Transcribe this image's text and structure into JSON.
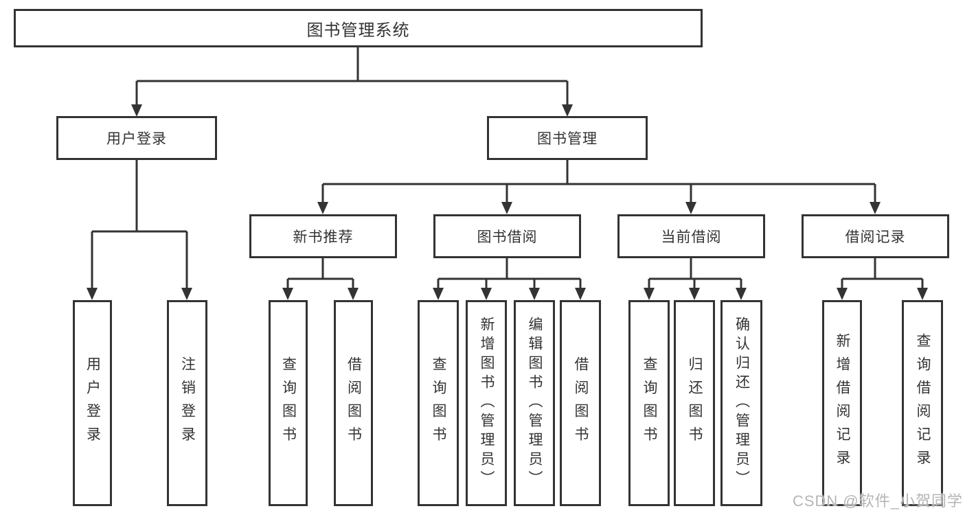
{
  "page": {
    "background_color": "#ffffff",
    "line_color": "#333333",
    "text_color": "#333333"
  },
  "watermark": {
    "text": "CSDN @软件_小贺同学",
    "color": "#b5b5b5"
  },
  "diagram": {
    "root": {
      "label": "图书管理系统"
    },
    "branches": [
      {
        "label": "用户登录",
        "children": [
          {
            "label": "用户登录"
          },
          {
            "label": "注销登录"
          }
        ]
      },
      {
        "label": "图书管理",
        "children": [
          {
            "label": "新书推荐",
            "children": [
              {
                "label": "查询图书"
              },
              {
                "label": "借阅图书"
              }
            ]
          },
          {
            "label": "图书借阅",
            "children": [
              {
                "label": "查询图书"
              },
              {
                "label": "新增图书（管理员）"
              },
              {
                "label": "编辑图书（管理员）"
              },
              {
                "label": "借阅图书"
              }
            ]
          },
          {
            "label": "当前借阅",
            "children": [
              {
                "label": "查询图书"
              },
              {
                "label": "归还图书"
              },
              {
                "label": "确认归还（管理员）"
              }
            ]
          },
          {
            "label": "借阅记录",
            "children": [
              {
                "label": "新增借阅记录"
              },
              {
                "label": "查询借阅记录"
              }
            ]
          }
        ]
      }
    ]
  }
}
